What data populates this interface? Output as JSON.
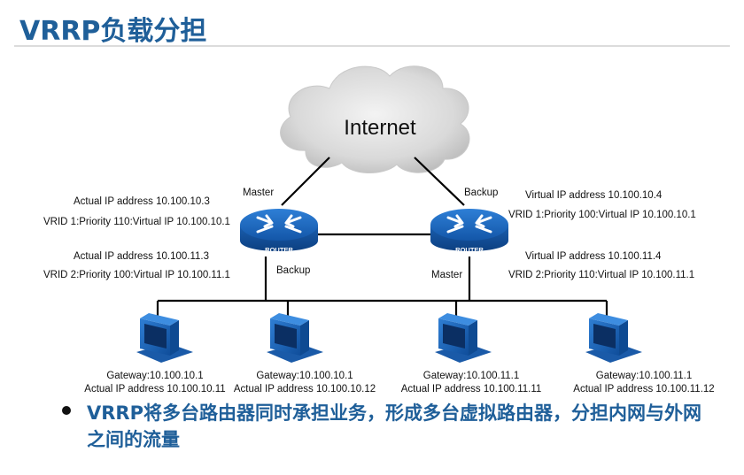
{
  "slide": {
    "title": "VRRP负载分担",
    "bullet": "VRRP将多台路由器同时承担业务，形成多台虚拟路由器，分担内网与外网之间的流量"
  },
  "diagram": {
    "internet_label": "Internet",
    "router_left": {
      "name": "ROUTER",
      "role_top": "Master",
      "role_bottom": "Backup",
      "actual_ip_1": "Actual IP address 10.100.10.3",
      "vrid_1": "VRID 1:Priority 110:Virtual IP  10.100.10.1",
      "actual_ip_2": "Actual IP address 10.100.11.3",
      "vrid_2": "VRID 2:Priority 100:Virtual IP  10.100.11.1"
    },
    "router_right": {
      "name": "ROUTER",
      "role_top": "Backup",
      "role_bottom": "Master",
      "virtual_ip_1": "Virtual IP address 10.100.10.4",
      "vrid_1": "VRID 1:Priority 100:Virtual IP  10.100.10.1",
      "virtual_ip_2": "Virtual IP address 10.100.11.4",
      "vrid_2": "VRID 2:Priority 110:Virtual IP  10.100.11.1"
    },
    "hosts": [
      {
        "gateway": "Gateway:10.100.10.1",
        "actual_ip": "Actual IP address 10.100.10.11"
      },
      {
        "gateway": "Gateway:10.100.10.1",
        "actual_ip": "Actual IP address 10.100.10.12"
      },
      {
        "gateway": "Gateway:10.100.11.1",
        "actual_ip": "Actual IP address 10.100.11.11"
      },
      {
        "gateway": "Gateway:10.100.11.1",
        "actual_ip": "Actual IP address 10.100.11.12"
      }
    ]
  }
}
